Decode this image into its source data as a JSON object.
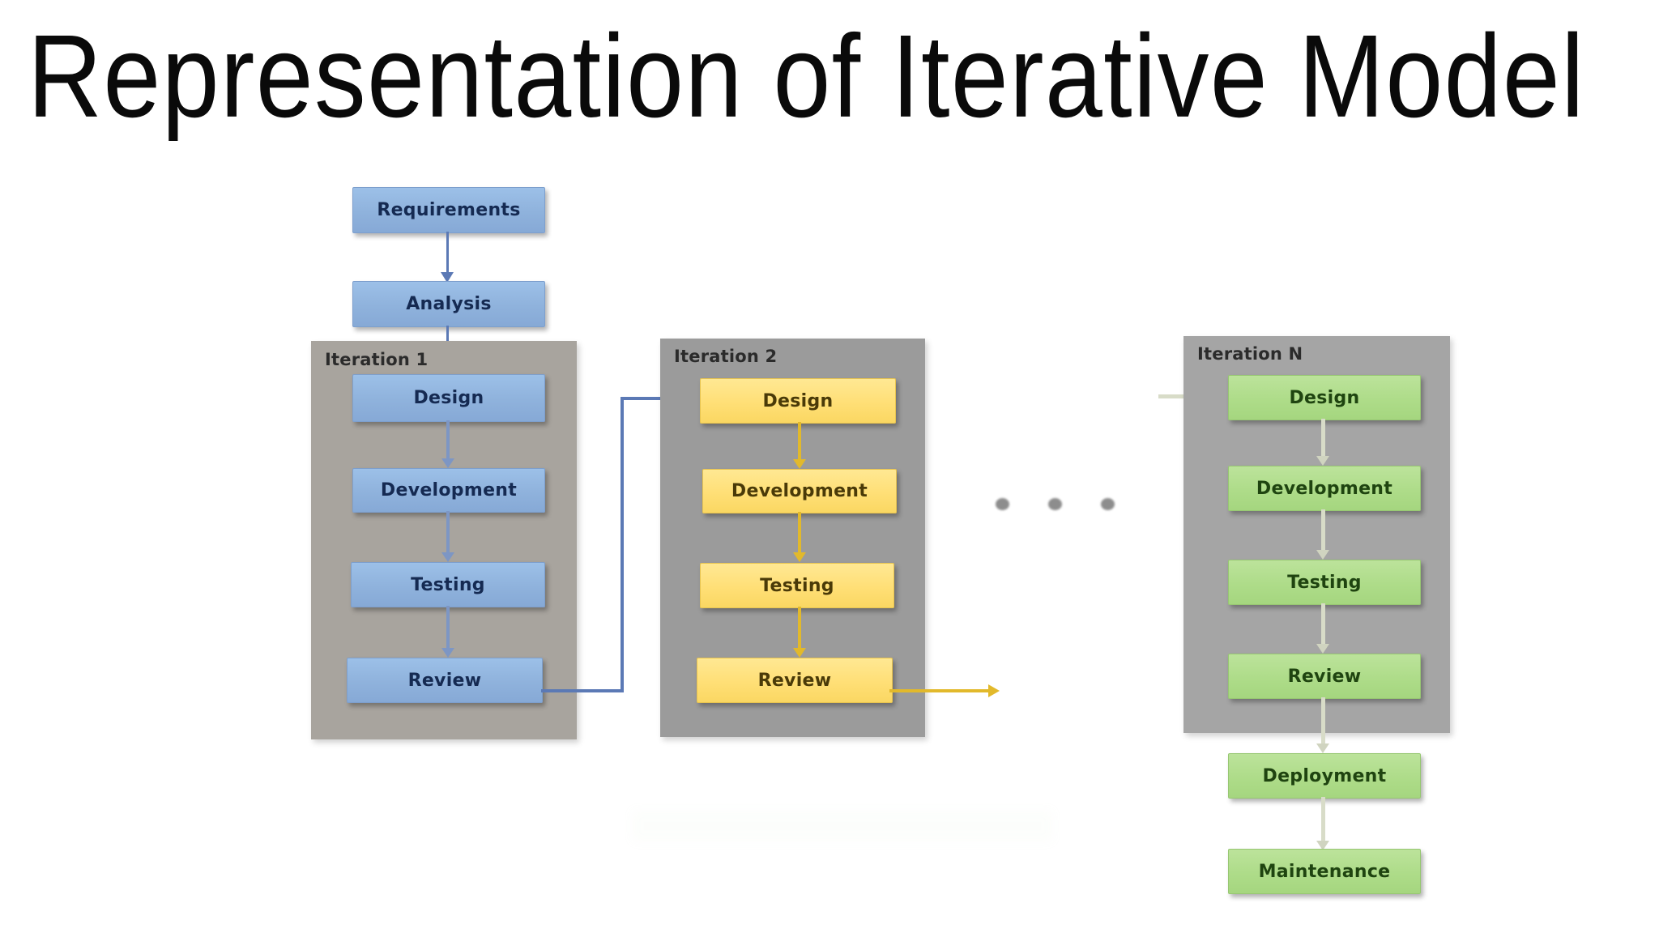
{
  "slide": {
    "title": "Representation of Iterative Model",
    "background_color": "#ffffff"
  },
  "preliminary_phases": [
    {
      "label": "Requirements",
      "color": "#8FB2DC"
    },
    {
      "label": "Analysis",
      "color": "#8FB2DC"
    }
  ],
  "iterations": [
    {
      "label": "Iteration 1",
      "panel_color": "#A8A49E",
      "node_color": "#8FB2DC",
      "connector_color": "#5b79b5",
      "steps": [
        "Design",
        "Development",
        "Testing",
        "Review"
      ]
    },
    {
      "label": "Iteration 2",
      "panel_color": "#9B9B9B",
      "node_color": "#FFDF76",
      "connector_color": "#E2B92B",
      "steps": [
        "Design",
        "Development",
        "Testing",
        "Review"
      ]
    },
    {
      "label": "Iteration N",
      "panel_color": "#A5A5A5",
      "node_color": "#AEDC89",
      "connector_color": "#d8dcc8",
      "steps": [
        "Design",
        "Development",
        "Testing",
        "Review"
      ]
    }
  ],
  "final_phases": [
    {
      "label": "Deployment",
      "color": "#AEDC89"
    },
    {
      "label": "Maintenance",
      "color": "#AEDC89"
    }
  ],
  "continuation": {
    "symbol": "ellipsis",
    "dot_count": 3,
    "dot_color": "#8d8d8d"
  },
  "flow_connectors": [
    {
      "from": "Requirements",
      "to": "Analysis",
      "color": "#5b79b5"
    },
    {
      "from": "Analysis",
      "to": "Iteration 1 Design",
      "color": "#5b79b5"
    },
    {
      "from": "Iteration 1 Review",
      "to": "Iteration 2 Design",
      "color": "#5b79b5"
    },
    {
      "from": "Iteration 2 Review",
      "to": "Continuation",
      "color": "#E2B92B"
    },
    {
      "from": "Continuation",
      "to": "Iteration N Design",
      "color": "#d8dcc8"
    },
    {
      "from": "Iteration N Review",
      "to": "Deployment",
      "color": "#d8dcc8"
    },
    {
      "from": "Deployment",
      "to": "Maintenance",
      "color": "#d8dcc8"
    }
  ]
}
